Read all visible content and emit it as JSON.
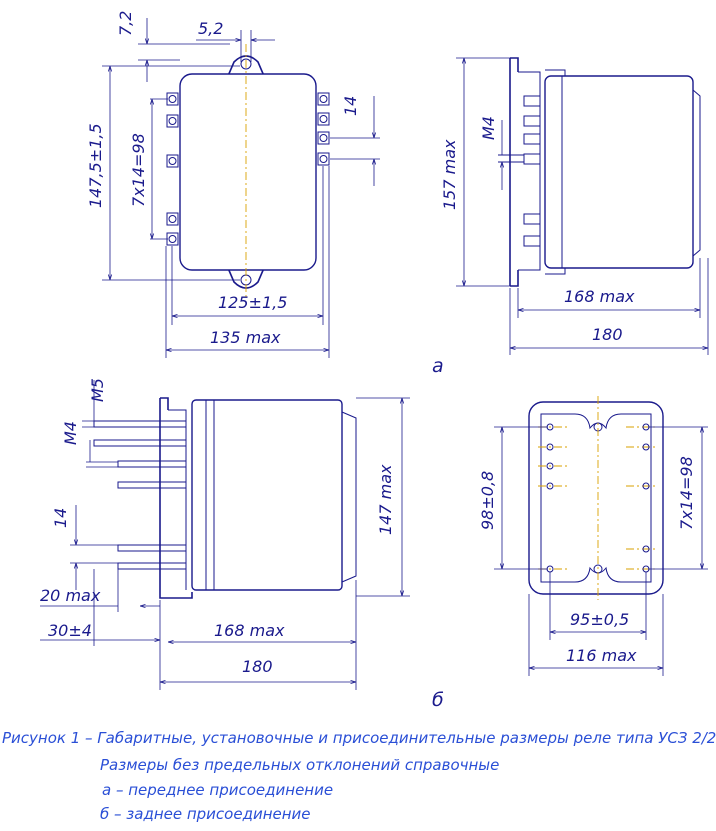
{
  "views": {
    "a": {
      "letter": "а",
      "dims": {
        "top_offset": "7,2",
        "hole": "5,2",
        "height_total": "147,5±1,5",
        "pitch_series": "7x14=98",
        "pitch": "14",
        "width_holes": "125±1,5",
        "width_max": "135 max",
        "side_height": "157 max",
        "thread": "M4",
        "depth_max": "168 max",
        "depth_total": "180"
      }
    },
    "b": {
      "letter": "б",
      "dims": {
        "thread_m5": "M5",
        "thread_m4": "M4",
        "pitch": "14",
        "height": "147 max",
        "stud": "20 max",
        "stud_len": "30±4",
        "depth_max": "168 max",
        "depth_total": "180",
        "rear_height": "98±0,8",
        "rear_series": "7x14=98",
        "rear_holes": "95±0,5",
        "rear_width": "116 max"
      }
    }
  },
  "caption": {
    "line1": "Рисунок 1 – Габаритные, установочные и присоединительные размеры реле типа УСЗ 2/2",
    "line2": "Размеры без предельных отклонений справочные",
    "line3": "а – переднее присоединение",
    "line4": "б – заднее присоединение"
  },
  "colors": {
    "line": "#1a1a8c",
    "axis": "#d9a200",
    "caption": "#2a4fd6"
  }
}
